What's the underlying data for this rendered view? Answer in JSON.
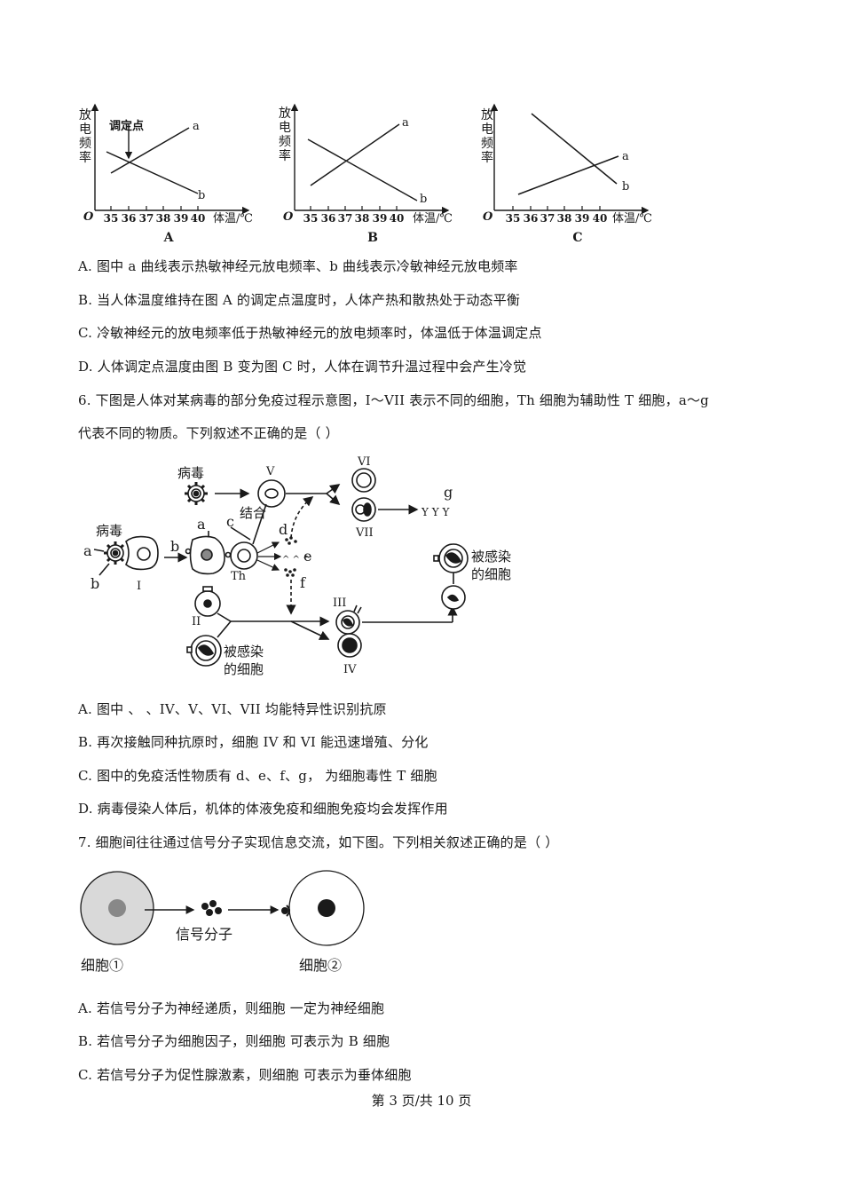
{
  "graphs": {
    "y_label": "放电频率",
    "x_label": "体温/℃",
    "origin": "O",
    "ticks": [
      "35",
      "36",
      "37",
      "38",
      "39",
      "40"
    ],
    "setpoint_label": "调定点",
    "line_a": "a",
    "line_b": "b",
    "captions": [
      "A",
      "B",
      "C"
    ]
  },
  "chart_data": [
    {
      "type": "line",
      "title": "A",
      "xlabel": "体温/℃",
      "ylabel": "放电频率",
      "x_ticks": [
        35,
        36,
        37,
        38,
        39,
        40
      ],
      "annotation": "调定点 at 36",
      "series": [
        {
          "name": "a",
          "x": [
            35,
            40
          ],
          "y": [
            0.45,
            0.95
          ]
        },
        {
          "name": "b",
          "x": [
            34.7,
            40
          ],
          "y": [
            0.72,
            0.18
          ]
        }
      ],
      "intersection_x": 36
    },
    {
      "type": "line",
      "title": "B",
      "xlabel": "体温/℃",
      "ylabel": "放电频率",
      "x_ticks": [
        35,
        36,
        37,
        38,
        39,
        40
      ],
      "series": [
        {
          "name": "a",
          "x": [
            35,
            40
          ],
          "y": [
            0.28,
            0.97
          ]
        },
        {
          "name": "b",
          "x": [
            34.8,
            41.2
          ],
          "y": [
            0.82,
            0.1
          ]
        }
      ],
      "intersection_x": 37
    },
    {
      "type": "line",
      "title": "C",
      "xlabel": "体温/℃",
      "ylabel": "放电频率",
      "x_ticks": [
        35,
        36,
        37,
        38,
        39,
        40
      ],
      "series": [
        {
          "name": "a",
          "x": [
            35.3,
            41
          ],
          "y": [
            0.15,
            0.6
          ]
        },
        {
          "name": "b",
          "x": [
            36,
            41
          ],
          "y": [
            0.98,
            0.25
          ]
        }
      ],
      "intersection_x": 39.8
    }
  ],
  "q5_options": [
    "A. 图中  a 曲线表示热敏神经元放电频率、b 曲线表示冷敏神经元放电频率",
    "B. 当人体温度维持在图  A 的调定点温度时，人体产热和散热处于动态平衡",
    "C. 冷敏神经元的放电频率低于热敏神经元的放电频率时，体温低于体温调定点",
    "D. 人体调定点温度由图  B 变为图  C 时，人体在调节升温过程中会产生冷觉"
  ],
  "q6": {
    "stem_line1": "6. 下图是人体对某病毒的部分免疫过程示意图，I～VII 表示不同的细胞，Th 细胞为辅助性  T 细胞，a～g",
    "stem_line2": "代表不同的物质。下列叙述不正确的是（          ）",
    "diagram": {
      "virus": "病毒",
      "bind": "结合",
      "infected_line1": "被感染",
      "infected_line2": "的细胞",
      "th": "Th",
      "labels": {
        "a": "a",
        "b": "b",
        "c": "c",
        "d": "d",
        "e": "e",
        "f": "f",
        "g": "g"
      },
      "cells": {
        "I": "I",
        "II": "II",
        "III": "III",
        "IV": "IV",
        "V": "V",
        "VI": "VI",
        "VII": "VII"
      }
    },
    "options": [
      "A. 图中      、      、IV、V、VI、VII 均能特异性识别抗原",
      "B. 再次接触同种抗原时，细胞  IV 和  VI 能迅速增殖、分化",
      "C. 图中的免疫活性物质有  d、e、f、g，      为细胞毒性  T 细胞",
      "D. 病毒侵染人体后，机体的体液免疫和细胞免疫均会发挥作用"
    ]
  },
  "q7": {
    "stem": "7. 细胞间往往通过信号分子实现信息交流，如下图。下列相关叙述正确的是（          ）",
    "diagram": {
      "signal": "信号分子",
      "cell1": "细胞①",
      "cell2": "细胞②"
    },
    "options": [
      "A. 若信号分子为神经递质，则细胞     一定为神经细胞",
      "B. 若信号分子为细胞因子，则细胞     可表示为  B 细胞",
      "C. 若信号分子为促性腺激素，则细胞     可表示为垂体细胞"
    ]
  },
  "footer": "第  3 页/共  10 页"
}
